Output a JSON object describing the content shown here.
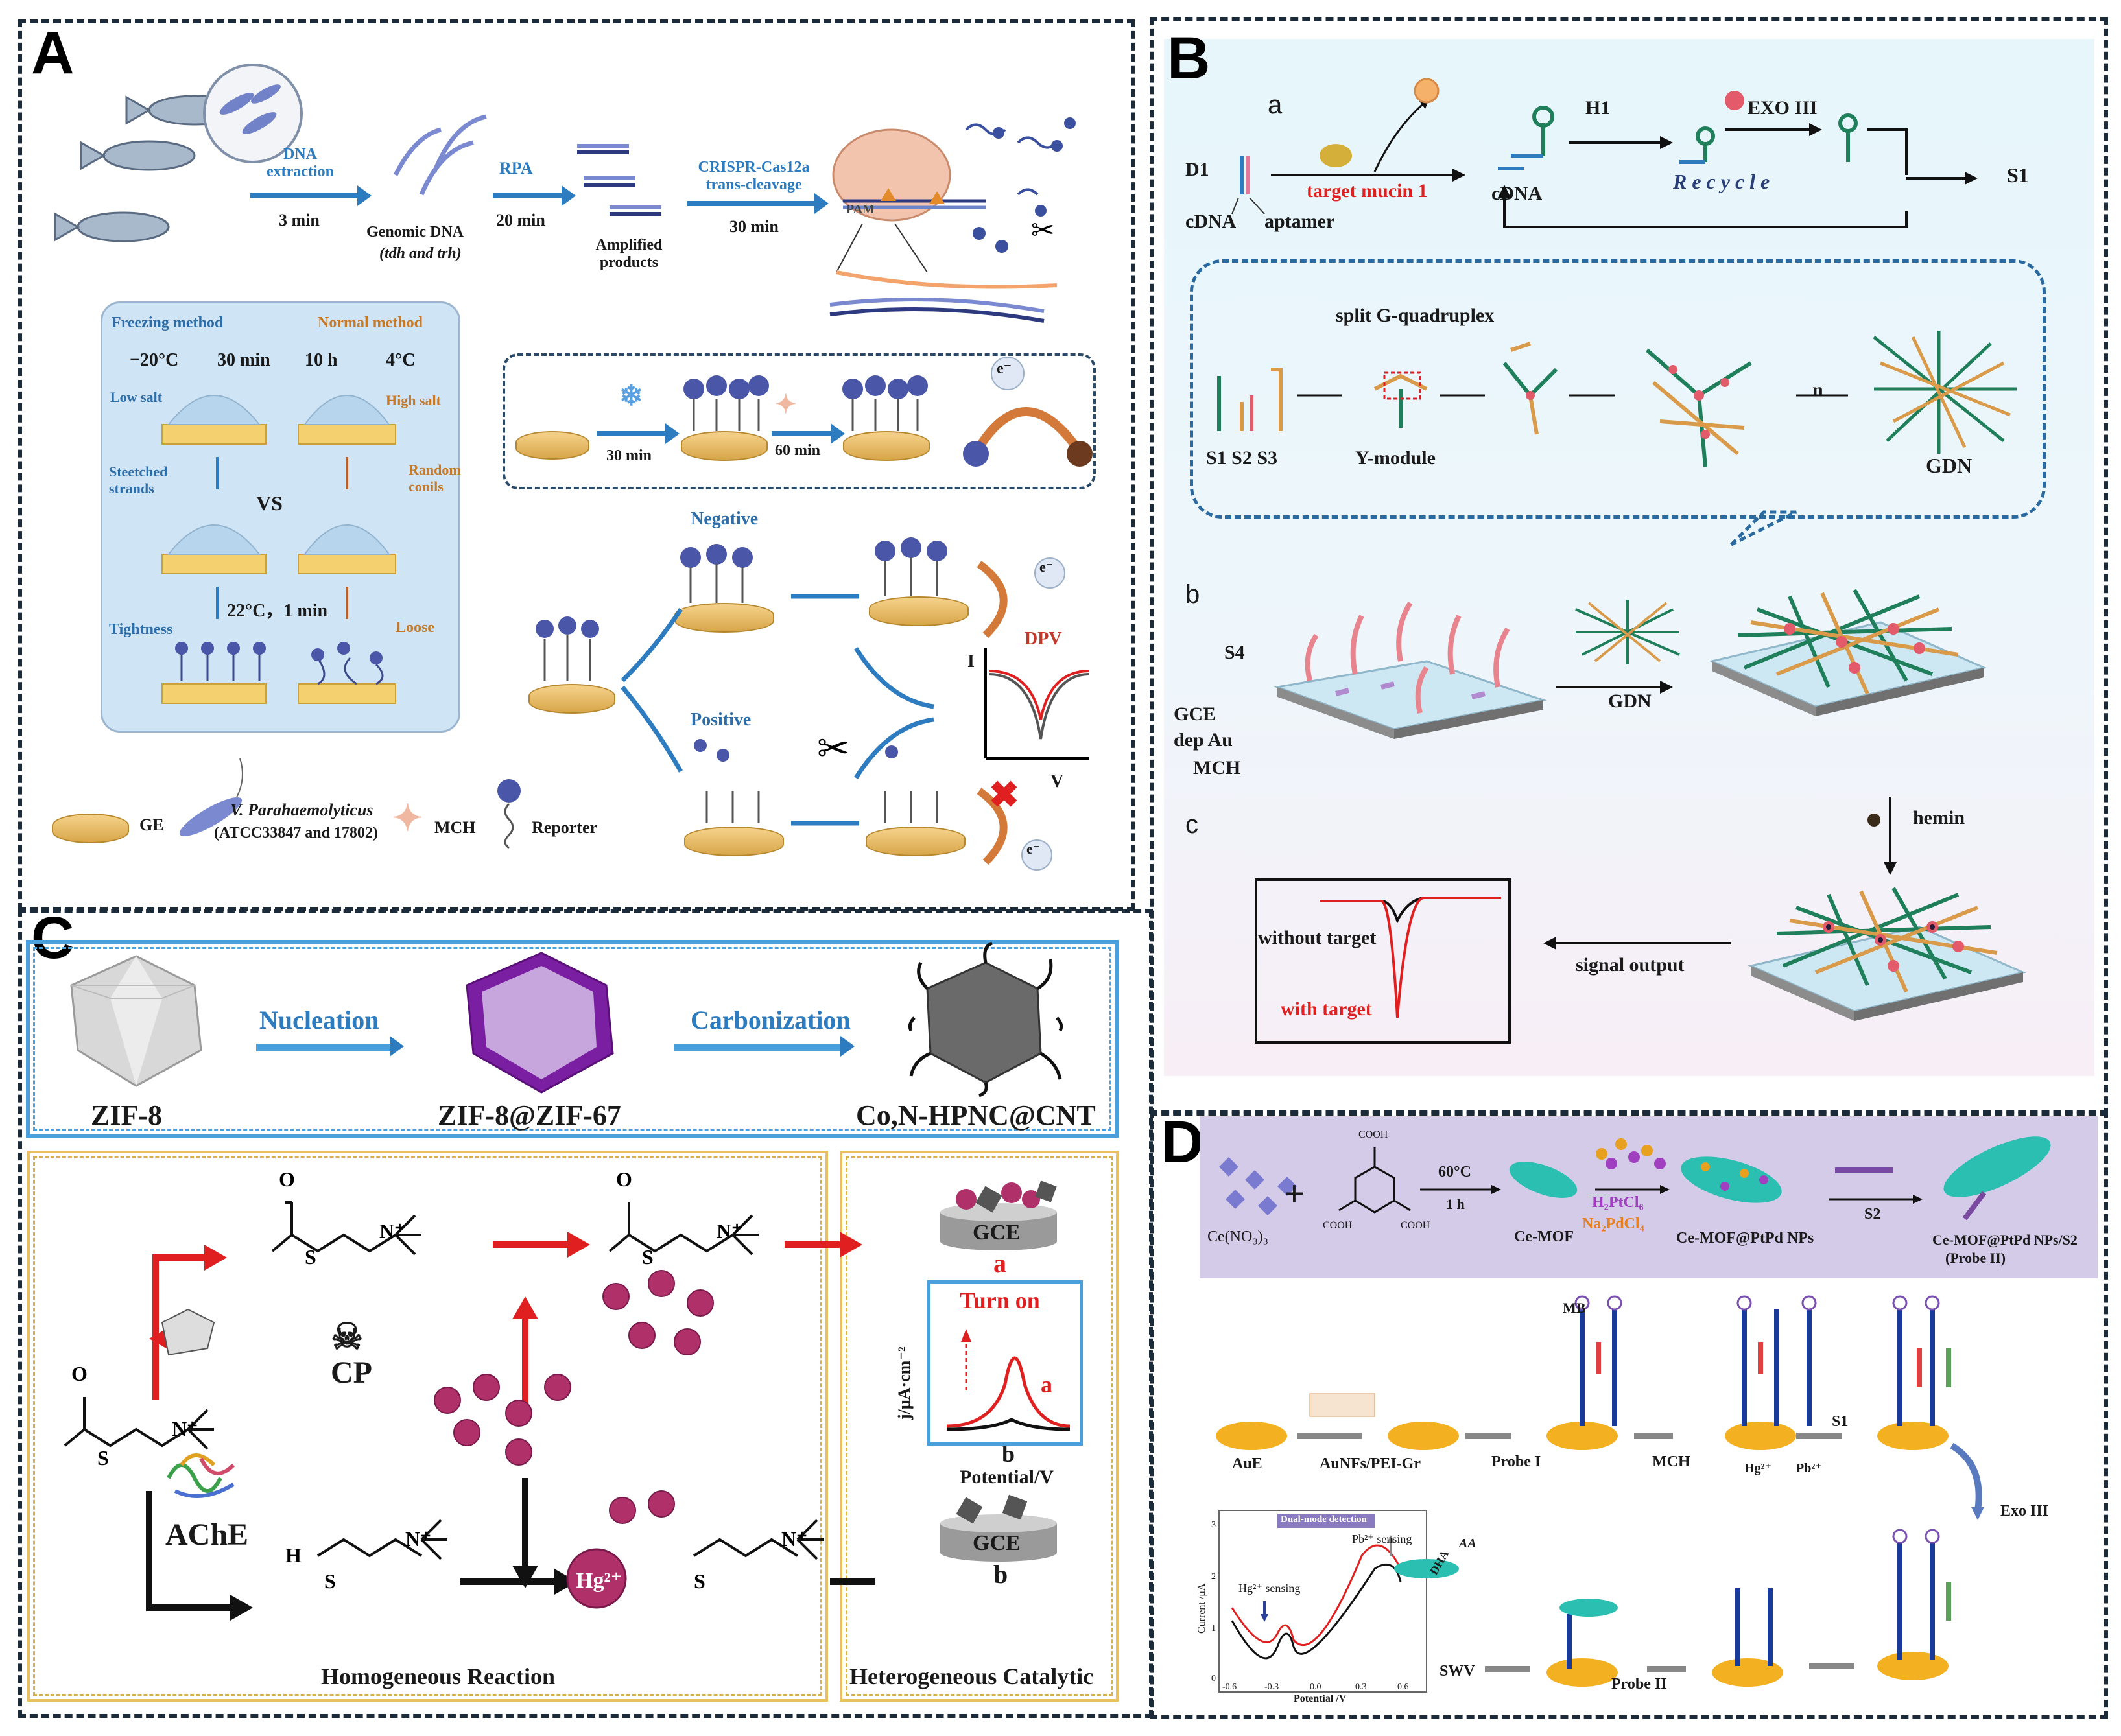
{
  "panels": {
    "A": {
      "label": "A",
      "top_flow": {
        "step1": "DNA extraction",
        "time1": "3 min",
        "genomic": "Genomic DNA",
        "genomic_sub": "(tdh and trh)",
        "step2": "RPA",
        "time2": "20 min",
        "amplified": "Amplified products",
        "step3": "CRISPR-Cas12a trans-cleavage",
        "time3": "30 min",
        "pam": "PAM"
      },
      "methods": {
        "freezing": "Freezing method",
        "normal": "Normal method",
        "temp_freeze": "−20°C",
        "time_freeze": "30 min",
        "time_normal": "10 h",
        "temp_normal": "4°C",
        "low_salt": "Low salt",
        "high_salt": "High salt",
        "stretched": "Steetched strands",
        "random": "Random conils",
        "vs": "VS",
        "condition": "22°C，1 min",
        "tightness": "Tightness",
        "loose": "Loose"
      },
      "fab": {
        "t1": "30 min",
        "t2": "60 min",
        "e": "e⁻"
      },
      "detect": {
        "negative": "Negative",
        "positive": "Positive",
        "dpv": "DPV",
        "i": "I",
        "v": "V",
        "e": "e⁻"
      },
      "legend": {
        "ge": "GE",
        "vp": "V. Parahaemolyticus",
        "vp_sub": "(ATCC33847 and 17802)",
        "mch": "MCH",
        "reporter": "Reporter"
      }
    },
    "B": {
      "label": "B",
      "a": "a",
      "b": "b",
      "c": "c",
      "d1": "D1",
      "cdna": "cDNA",
      "aptamer": "aptamer",
      "target": "target mucin 1",
      "cdna2": "cDNA",
      "h1": "H1",
      "exo": "EXO III",
      "recycle": "R e c y c l e",
      "s1": "S1",
      "split": "split G-quadruplex",
      "s123": "S1  S2  S3",
      "ymodule": "Y-module",
      "n": "n",
      "gdn": "GDN",
      "s4": "S4",
      "gce": "GCE",
      "depau": "dep Au",
      "mch": "MCH",
      "gdn2": "GDN",
      "hemin": "hemin",
      "signal": "signal output",
      "without": "without target",
      "with": "with target"
    },
    "C": {
      "label": "C",
      "zif8": "ZIF-8",
      "nucleation": "Nucleation",
      "zif67": "ZIF-8@ZIF-67",
      "carbonization": "Carbonization",
      "cnt": "Co,N-HPNC@CNT",
      "cp": "CP",
      "ache": "AChE",
      "hg": "Hg²⁺",
      "gce_a": "GCE",
      "a": "a",
      "turn_on": "Turn on",
      "a2": "a",
      "b2": "b",
      "ylabel": "j/μA·cm⁻²",
      "potential": "Potential/V",
      "gce_b": "GCE",
      "b": "b",
      "homogeneous": "Homogeneous Reaction",
      "heterogeneous": "Heterogeneous Catalytic"
    },
    "D": {
      "label": "D",
      "ce": "Ce(NO₃)₃",
      "plus": "+",
      "cooh": "COOH",
      "cond1": "60°C",
      "cond2": "1 h",
      "cemof": "Ce-MOF",
      "h2pt": "H₂PtCl₆",
      "na2pd": "Na₂PdCl₄",
      "ptpd": "Ce-MOF@PtPd NPs",
      "s2": "S2",
      "probe2a": "Ce-MOF@PtPd NPs/S2",
      "probe2b": "(Probe II)",
      "mb": "MB",
      "aue": "AuE",
      "aunf": "AuNFs/PEI-Gr",
      "probe1": "Probe I",
      "mch": "MCH",
      "s1": "S1",
      "hg": "Hg²⁺",
      "pb": "Pb²⁺",
      "exo": "Exo III",
      "dual": "Dual-mode detection",
      "pb_sens": "Pb²⁺ sensing",
      "hg_sens": "Hg²⁺ sensing",
      "ylabel": "Current /μA",
      "xlabel": "Potential /V",
      "swv": "SWV",
      "probe2": "Probe II",
      "dha": "DHA",
      "aa": "AA",
      "xticks": [
        "-0.6",
        "-0.3",
        "0.0",
        "0.3",
        "0.6"
      ],
      "yticks": [
        "0",
        "1",
        "2",
        "3"
      ]
    }
  }
}
